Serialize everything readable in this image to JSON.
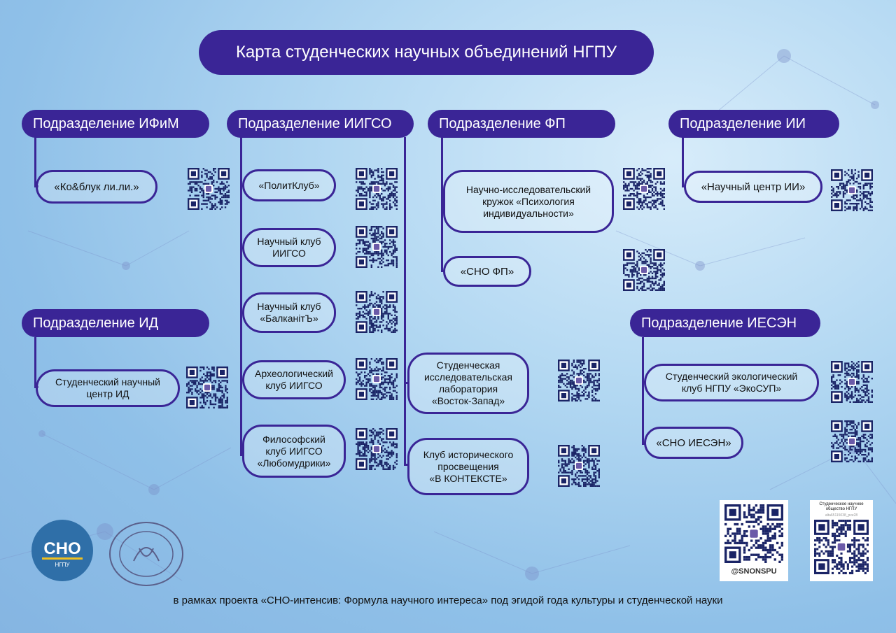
{
  "title": "Карта студенческих научных объединений НГПУ",
  "departments": [
    {
      "name": "Подразделение ИФиМ",
      "clubs": [
        "«Ко&блук ли.ли.»"
      ]
    },
    {
      "name": "Подразделение ИИГСО",
      "clubs": [
        "«ПолитКлуб»",
        "Научный клуб\nИИГСО",
        "Научный клуб\n«БалканітЪ»",
        "Археологический\nклуб ИИГСО",
        "Философский\nклуб ИИГСО\n«Любомудрики»",
        "Студенческая\nисследовательская\nлаборатория\n«Восток-Запад»",
        "Клуб исторического\nпросвещения\n«В КОНТЕКСТЕ»"
      ]
    },
    {
      "name": "Подразделение ФП",
      "clubs": [
        "Научно-исследовательский\nкружок «Психология\nиндивидуальности»",
        "«СНО ФП»"
      ]
    },
    {
      "name": "Подразделение ИИ",
      "clubs": [
        "«Научный центр ИИ»"
      ]
    },
    {
      "name": "Подразделение ИД",
      "clubs": [
        "Студенческий научный\nцентр ИД"
      ]
    },
    {
      "name": "Подразделение ИЕСЭН",
      "clubs": [
        "Студенческий экологический\nклуб НГПУ «ЭкоСУП»",
        "«СНО ИЕСЭН»"
      ]
    }
  ],
  "logos": {
    "sno": "СНО",
    "sno_sub": "НГПУ"
  },
  "qr_cards": {
    "telegram_handle": "@SNONSPU",
    "vk_title": "Студенческое научное\nобщество НГПУ",
    "vk_id": "alta65115038_pxe28"
  },
  "footer": "в рамках проекта «СНО-интенсив: Формула научного интереса» под эгидой года культуры и студенческой науки",
  "colors": {
    "primary": "#3a2596",
    "background": "#a9d2f0"
  }
}
